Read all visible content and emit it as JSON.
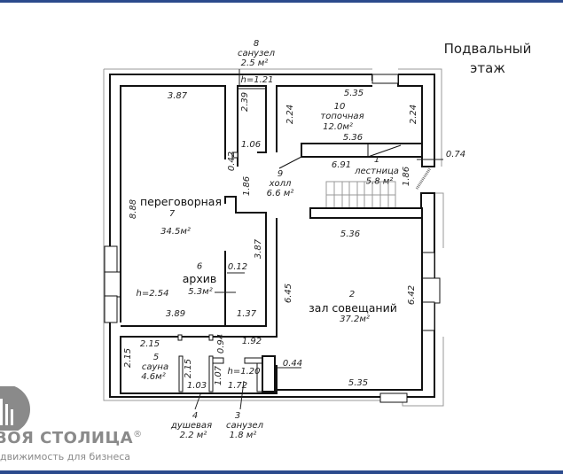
{
  "title": {
    "line1": "Подвальный",
    "line2": "этаж"
  },
  "rooms": [
    {
      "number": "1",
      "name": "лестница",
      "area": "5.8 м²"
    },
    {
      "number": "2",
      "name": "зал совещаний",
      "area": "37.2м²"
    },
    {
      "number": "3",
      "name": "санузел",
      "area": "1.8 м²"
    },
    {
      "number": "4",
      "name": "душевая",
      "area": "2.2 м²"
    },
    {
      "number": "5",
      "name": "сауна",
      "area": "4.6м²"
    },
    {
      "number": "6",
      "name": "архив",
      "area": "5.3м²"
    },
    {
      "number": "7",
      "name": "переговорная",
      "area": "34.5м²"
    },
    {
      "number": "8",
      "name": "санузел",
      "area": "2.5 м²"
    },
    {
      "number": "9",
      "name": "холл",
      "area": "6.6 м²"
    },
    {
      "number": "10",
      "name": "топочная",
      "area": "12.0м²"
    }
  ],
  "dimensions": {
    "meeting_top": "3.87",
    "wc8_height": "h=1.21",
    "wc8_side": "2.39",
    "wc8_bottom": "1.06",
    "wc8_small": "0.42",
    "boiler_top": "5.35",
    "boiler_left": "2.24",
    "boiler_right": "2.24",
    "boiler_bottom": "5.36",
    "ext_074": "0.74",
    "stair_691": "6.91",
    "stair_186": "1.86",
    "hall_186": "1.86",
    "meeting_left": "8.88",
    "archive_right": "3.87",
    "archive_012": "0.12",
    "meeting_h": "h=2.54",
    "archive_bottom_left": "3.89",
    "archive_bottom_right": "1.37",
    "conf_top": "5.36",
    "conf_left": "6.45",
    "conf_right": "6.42",
    "conf_bottom": "5.35",
    "conf_044": "0.44",
    "sauna_top": "2.15",
    "sauna_left": "2.15",
    "shower_side": "2.15",
    "shower_bottom": "1.03",
    "shower_107": "1.07",
    "shower_094": "0.94",
    "wc3_top": "1.92",
    "wc3_h": "h=1.20",
    "wc3_bottom": "1.72"
  },
  "branding": {
    "name": "ВОЯ СТОЛИЦА",
    "registered": "®",
    "tagline": "движимость для бизнеса"
  },
  "colors": {
    "accent_bar": "#2b4a8c",
    "brand_gray": "#8a8a8a",
    "wall": "#111111"
  }
}
